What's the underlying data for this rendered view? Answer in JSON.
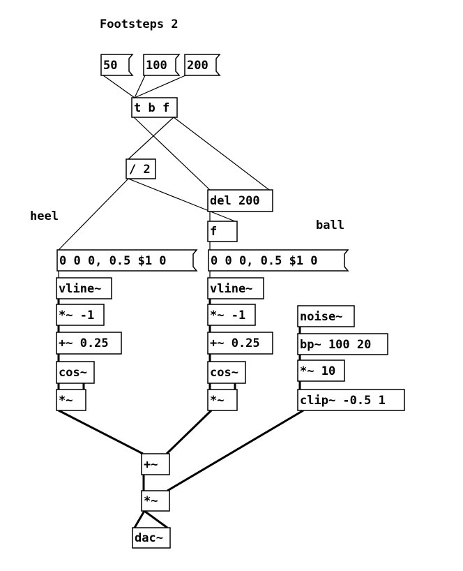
{
  "title": "Footsteps 2",
  "comments": {
    "heel": "heel",
    "ball": "ball"
  },
  "boxes": {
    "msg50": "50",
    "msg100": "100",
    "msg200": "200",
    "tbf": "t b f",
    "div2": "/ 2",
    "del200": "del 200",
    "f": "f",
    "msgHeel": "0 0 0, 0.5 $1 0",
    "msgBall": "0 0 0, 0.5 $1 0",
    "vlineHeel": "vline~",
    "vlineBall": "vline~",
    "mulNeg1Heel": "*~ -1",
    "mulNeg1Ball": "*~ -1",
    "add025Heel": "+~ 0.25",
    "add025Ball": "+~ 0.25",
    "cosHeel": "cos~",
    "cosBall": "cos~",
    "sqHeel": "*~",
    "sqBall": "*~",
    "noise": "noise~",
    "bp": "bp~ 100 20",
    "mul10": "*~ 10",
    "clip": "clip~ -0.5 1",
    "sum": "+~",
    "mulOut": "*~",
    "dac": "dac~"
  }
}
